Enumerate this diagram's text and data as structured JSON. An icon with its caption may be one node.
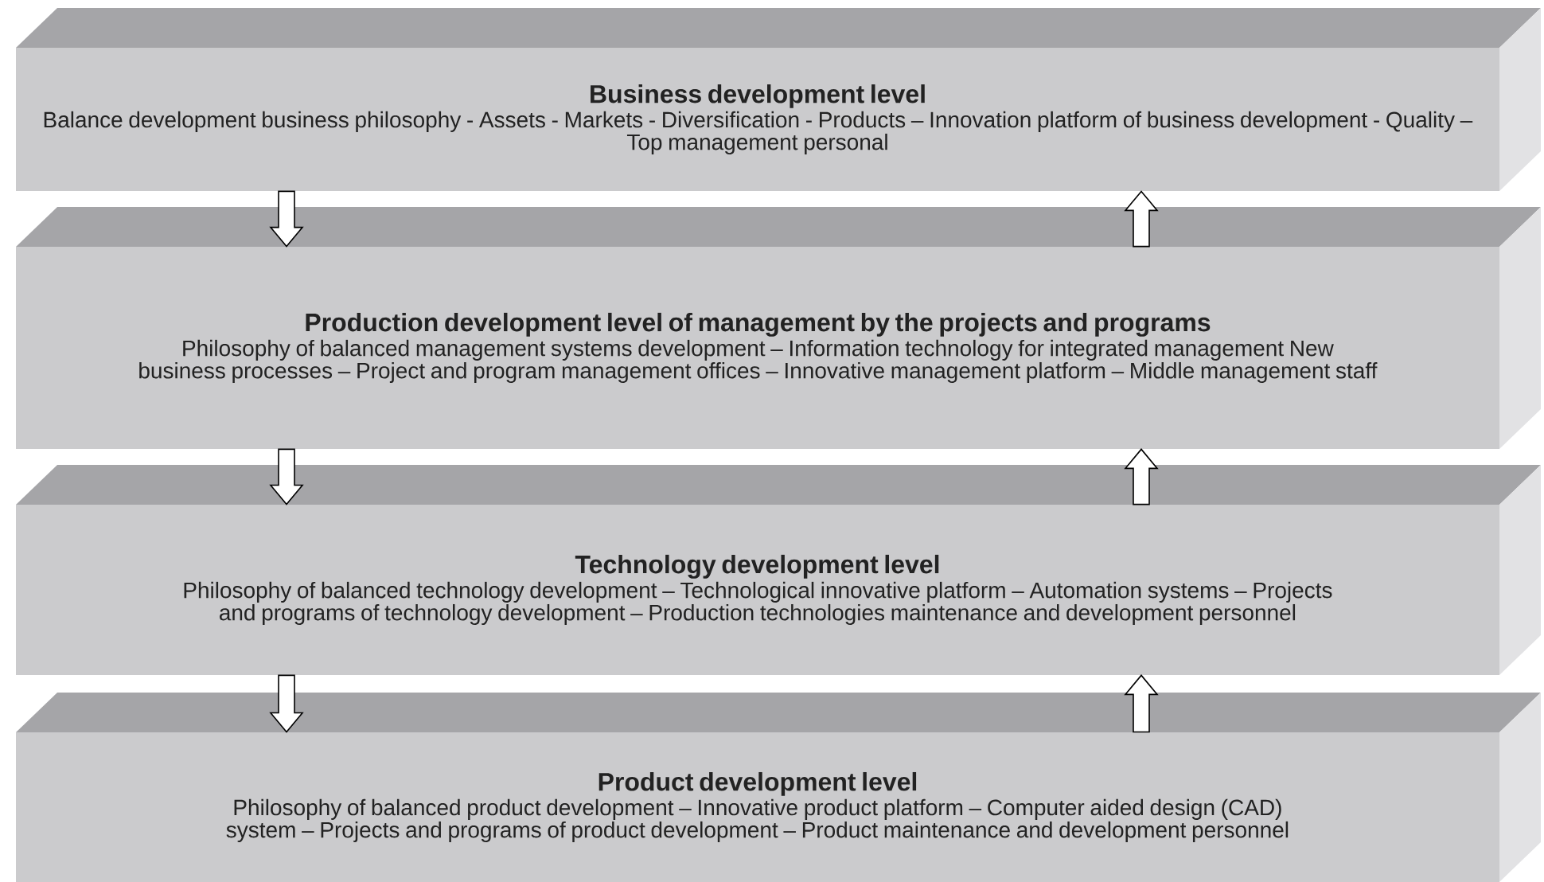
{
  "diagram": {
    "nodes": [
      {
        "text": [
          "Business development level",
          "Balance development business philosophy - Assets - Markets - Diversification - Products – Innovation platform of business development - Quality – Top management personal"
        ]
      },
      {
        "text": [
          "Production development level of management by the projects and programs",
          "Philosophy of balanced management systems development – Information technology for integrated management New business processes – Project and program management offices – Innovative management platform – Middle management staff"
        ]
      },
      {
        "text": [
          "Technology development level",
          "Philosophy of balanced technology development – Technological innovative platform – Automation systems – Projects and programs of technology development – Production technologies maintenance and development personnel"
        ]
      },
      {
        "text": [
          "Product development level",
          "Philosophy of balanced product development – Innovative product platform – Computer aided design (CAD) system – Projects and programs of product development – Product maintenance and development personnel"
        ]
      }
    ],
    "edges": [
      {
        "from": 0,
        "to": 1,
        "arrow": "to"
      },
      {
        "from": 1,
        "to": 0,
        "arrow": "to"
      },
      {
        "from": 1,
        "to": 2,
        "arrow": "to"
      },
      {
        "from": 2,
        "to": 1,
        "arrow": "to"
      },
      {
        "from": 2,
        "to": 3,
        "arrow": "to"
      },
      {
        "from": 3,
        "to": 2,
        "arrow": "to"
      }
    ]
  }
}
